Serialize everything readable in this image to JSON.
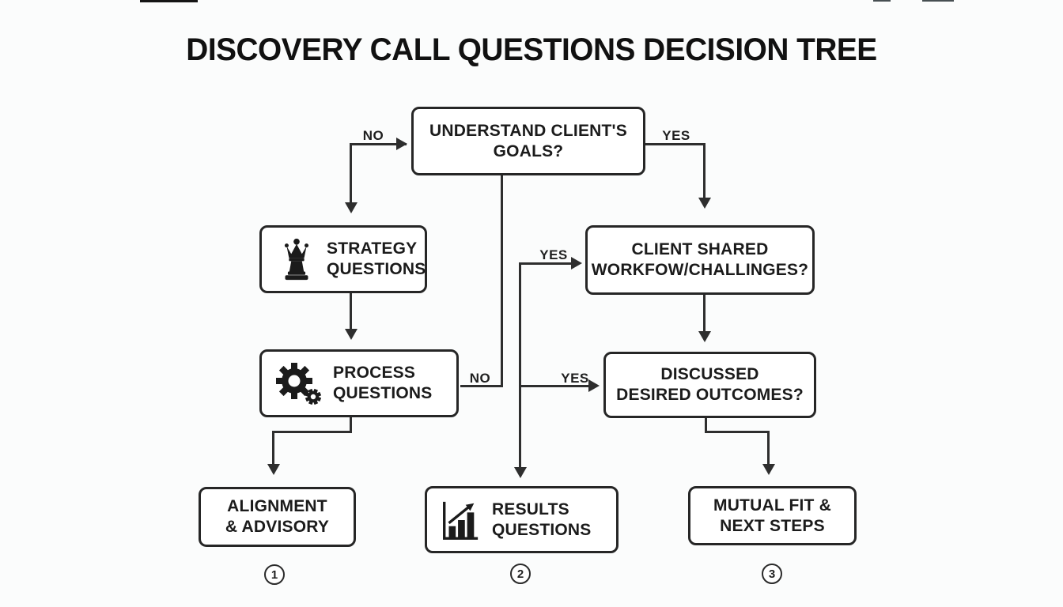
{
  "title": "DISCOVERY CALL QUESTIONS DECISION TREE",
  "colors": {
    "background": "#fbfcfc",
    "box_fill": "#ffffff",
    "box_border": "#262626",
    "connector": "#2e2e2e",
    "text": "#1b1b1b"
  },
  "nodes": {
    "understand_goals": {
      "line1": "UNDERSTAND CLIENT'S",
      "line2": "GOALS?"
    },
    "strategy": {
      "icon": "chess-queen-icon",
      "line1": "STRATEGY",
      "line2": "QUESTIONS"
    },
    "client_shared": {
      "line1": "CLIENT SHARED",
      "line2": "WORKFOW/CHALLINGES?"
    },
    "process": {
      "icon": "gears-icon",
      "line1": "PROCESS",
      "line2": "QUESTIONS"
    },
    "discussed": {
      "line1": "DISCUSSED",
      "line2": "DESIRED OUTCOMES?"
    },
    "alignment": {
      "line1": "ALIGNMENT",
      "line2": "& ADVISORY"
    },
    "results": {
      "icon": "bar-chart-icon",
      "line1": "RESULTS",
      "line2": "QUESTIONS"
    },
    "mutual": {
      "line1": "MUTUAL FIT &",
      "line2": "NEXT STEPS"
    }
  },
  "edge_labels": {
    "no_top_left": "NO",
    "yes_top_right": "YES",
    "yes_to_client": "YES",
    "no_from_process": "NO",
    "yes_to_discussed": "YES"
  },
  "footnotes": {
    "one": "1",
    "two": "2",
    "three": "3"
  }
}
